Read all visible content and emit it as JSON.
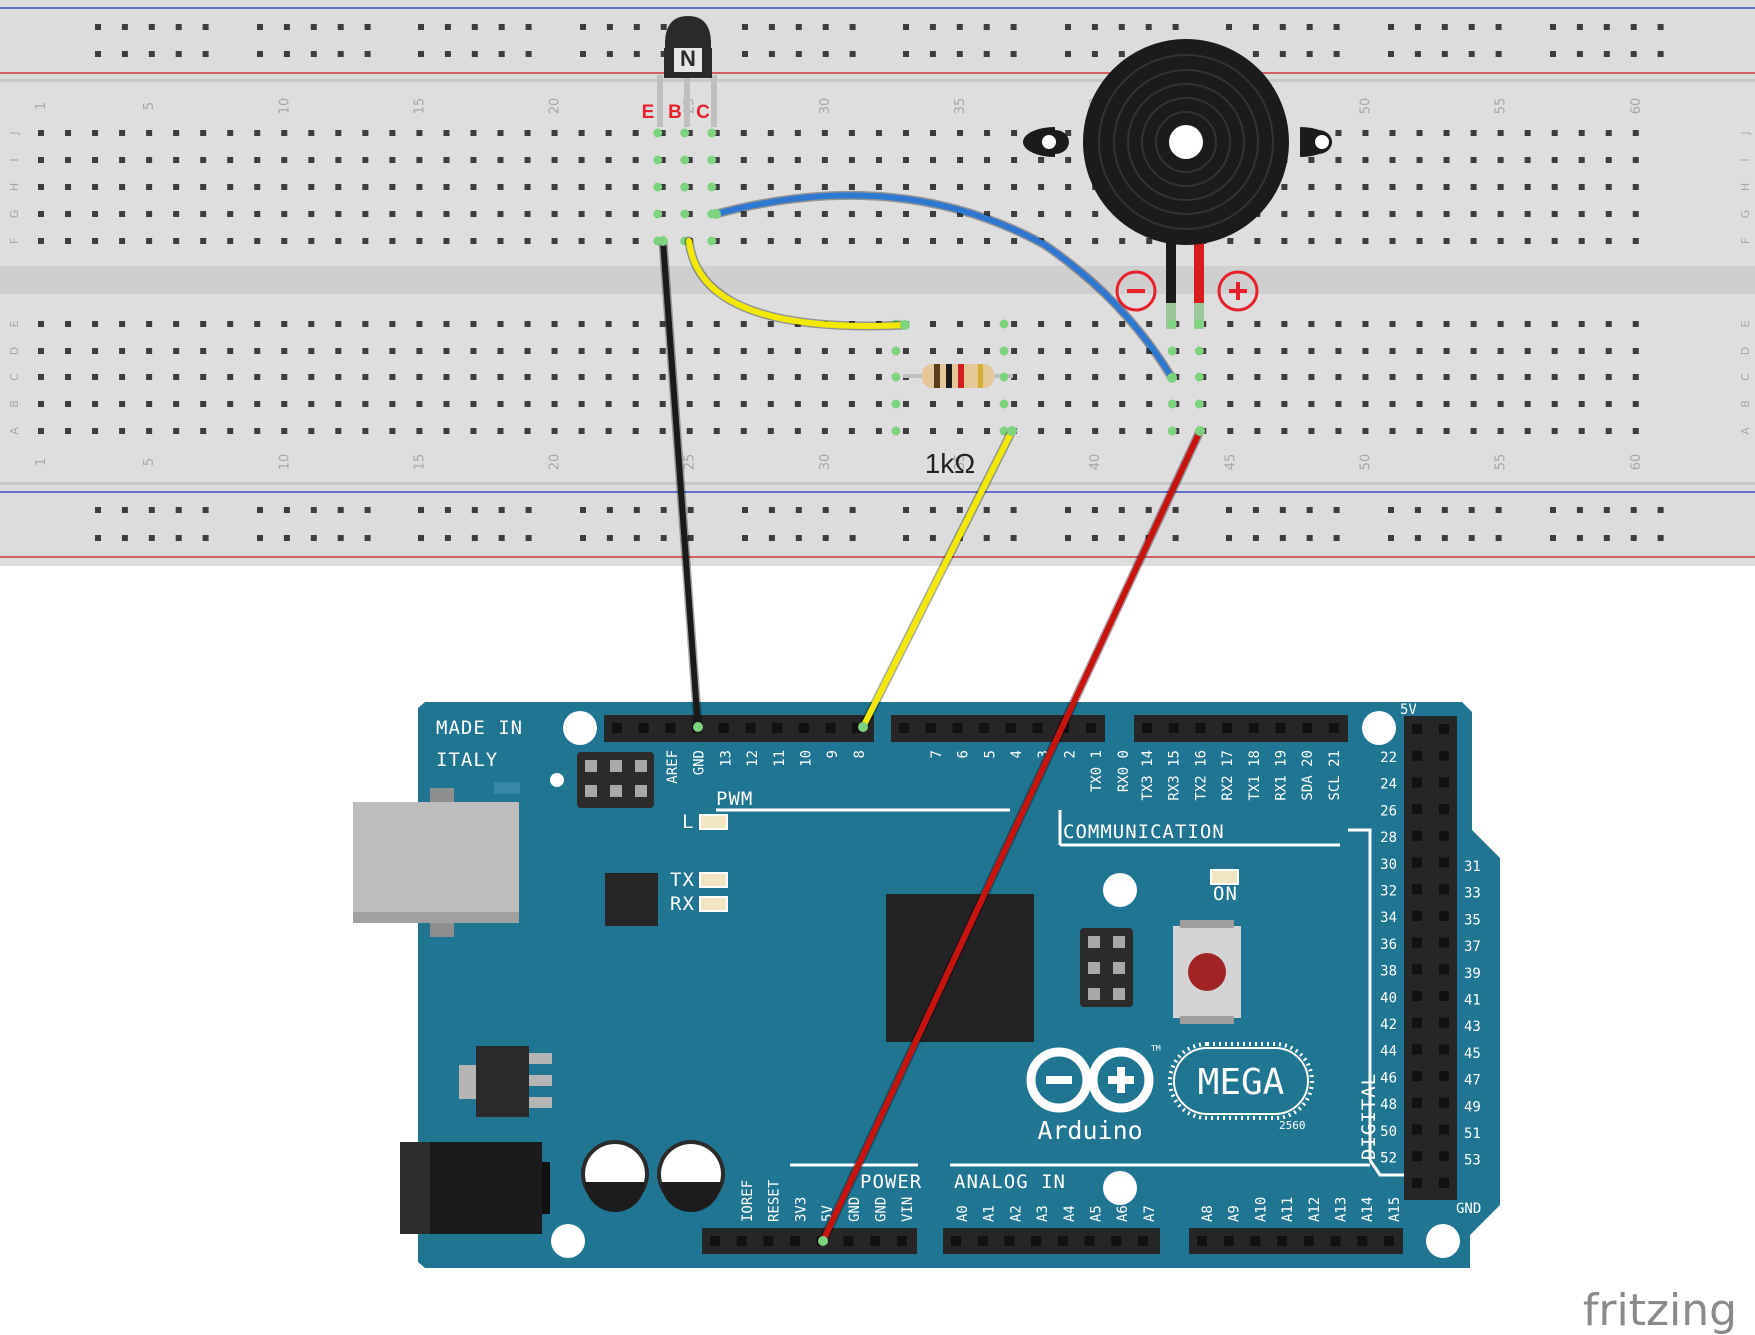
{
  "breadboard": {
    "column_numbers": [
      "1",
      "5",
      "10",
      "15",
      "20",
      "25",
      "30",
      "35",
      "40",
      "45",
      "50",
      "55",
      "60"
    ],
    "rows_top": [
      "J",
      "I",
      "H",
      "G",
      "F"
    ],
    "rows_bottom": [
      "E",
      "D",
      "C",
      "B",
      "A"
    ]
  },
  "transistor": {
    "type_mark": "N",
    "pin_e": "E",
    "pin_b": "B",
    "pin_c": "C"
  },
  "buzzer": {
    "minus": "-",
    "plus": "+"
  },
  "resistor": {
    "value_label": "1kΩ"
  },
  "wires": {
    "black": "#1a1a1a",
    "yellow": "#f3ea00",
    "blue": "#2f78d2",
    "red": "#c8130f"
  },
  "arduino": {
    "made_in_1": "MADE IN",
    "made_in_2": "ITALY",
    "top_header_1": [
      "AREF",
      "GND",
      "13",
      "12",
      "11",
      "10",
      "9",
      "8"
    ],
    "top_header_2": [
      "7",
      "6",
      "5",
      "4",
      "3",
      "2",
      "TX0 1",
      "RX0 0"
    ],
    "top_header_3": [
      "TX3 14",
      "RX3 15",
      "TX2 16",
      "RX2 17",
      "TX1 18",
      "RX1 19",
      "SDA 20",
      "SCL 21"
    ],
    "pwm": "PWM",
    "communication": "COMMUNICATION",
    "led_l": "L",
    "led_tx": "TX",
    "led_rx": "RX",
    "led_on": "ON",
    "right_left_pins": [
      "22",
      "24",
      "26",
      "28",
      "30",
      "32",
      "34",
      "36",
      "38",
      "40",
      "42",
      "44",
      "46",
      "48",
      "50",
      "52"
    ],
    "right_right_pins": [
      "31",
      "33",
      "35",
      "37",
      "39",
      "41",
      "43",
      "45",
      "47",
      "49",
      "51",
      "53"
    ],
    "pin_5v_top": "5V",
    "pin_gnd_bottom": "GND",
    "digital": "DIGITAL",
    "power": "POWER",
    "analog_in": "ANALOG IN",
    "power_pins": [
      "IOREF",
      "RESET",
      "3V3",
      "5V",
      "GND",
      "GND",
      "VIN"
    ],
    "analog_pins_1": [
      "A0",
      "A1",
      "A2",
      "A3",
      "A4",
      "A5",
      "A6",
      "A7"
    ],
    "analog_pins_2": [
      "A8",
      "A9",
      "A10",
      "A11",
      "A12",
      "A13",
      "A14",
      "A15"
    ],
    "logo_name": "Arduino",
    "logo_tm": "TM",
    "mega": "MEGA",
    "model": "2560"
  },
  "watermark": "fritzing"
}
